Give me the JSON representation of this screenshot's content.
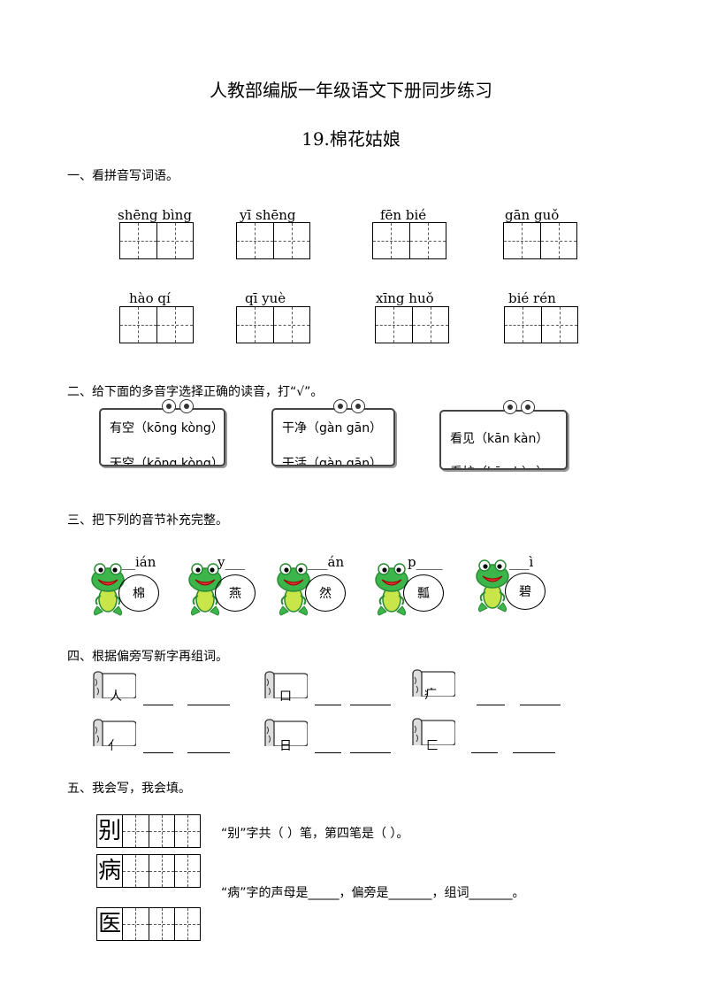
{
  "header": {
    "title": "人教部编版一年级语文下册同步练习",
    "lesson": "19.棉花姑娘"
  },
  "sec1": {
    "heading": "一、看拼音写词语。",
    "items": [
      "shēng bìng",
      "yī shēng",
      "fēn bié",
      "gān guǒ",
      "hào qí",
      "qī yuè",
      "xīng huǒ",
      "bié rén"
    ]
  },
  "sec2": {
    "heading": "二、给下面的多音字选择正确的读音，打“√”。",
    "cards": [
      {
        "line1": "有空（kōng  kòng）",
        "line2": "天空（kōng  kòng）"
      },
      {
        "line1": "干净（gàn  gān）",
        "line2": "干活（gàn  gān）"
      },
      {
        "line1": "看见（kān kàn）",
        "line2": "看护（kān kàn）"
      }
    ]
  },
  "sec3": {
    "heading": "三、把下列的音节补充完整。",
    "frogs": [
      {
        "pinyin": "__ián",
        "char": "棉"
      },
      {
        "pinyin": "y___",
        "char": "燕"
      },
      {
        "pinyin": "___án",
        "char": "然"
      },
      {
        "pinyin": "p____",
        "char": "瓢"
      },
      {
        "pinyin": "___ì",
        "char": "碧"
      }
    ]
  },
  "sec4": {
    "heading": "四、根据偏旁写新字再组词。",
    "radicals": [
      "人",
      "口",
      "疒",
      "亻",
      "日",
      "匚"
    ]
  },
  "sec5": {
    "heading": "五、我会写，我会填。",
    "chars": [
      "别",
      "病",
      "医"
    ],
    "q1": "“别”字共（      ）笔，第四笔是（      ）。",
    "q2": "“病”字的声母是_____，偏旁是_______，组词_______。"
  },
  "colors": {
    "frog_green": "#3cb54a",
    "frog_light": "#c8e64a"
  }
}
